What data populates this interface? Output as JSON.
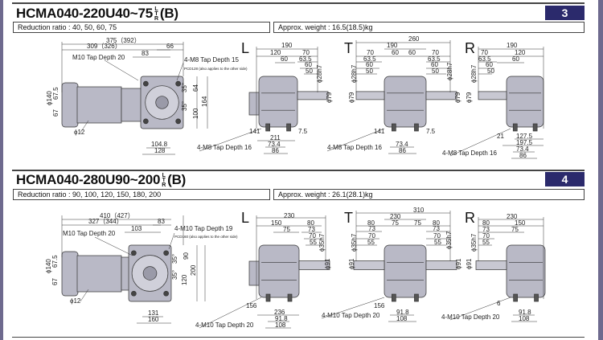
{
  "sections": [
    {
      "title": "HCMA040-220U40~75",
      "suffix": [
        "L",
        "T",
        "R"
      ],
      "variant": "(B)",
      "number": "3",
      "ratio": "Reduction ratio : 40, 50, 60, 75",
      "weight": "Approx. weight : 16.5(18.5)kg",
      "front": {
        "dims": [
          "375（392）",
          "309（326）",
          "66",
          "83",
          "M10 Tap Depth 20",
          "4-M8 Tap Depth 15",
          "PCD128 (also applies to the other side)",
          "ϕ140",
          "67.5",
          "67",
          "ϕ12",
          "104.8",
          "128",
          "64",
          "164",
          "100",
          "35°",
          "35°"
        ]
      },
      "views": {
        "L": {
          "label": "L",
          "dims": [
            "190",
            "120",
            "70",
            "63.5",
            "60",
            "60",
            "50",
            "ϕ28h7",
            "ϕ79",
            "141",
            "7.5",
            "211",
            "73.4",
            "86",
            "4-M8 Tap Depth 16"
          ]
        },
        "T": {
          "label": "T",
          "dims": [
            "260",
            "190",
            "70",
            "60",
            "60",
            "70",
            "63.5",
            "63.5",
            "60",
            "60",
            "50",
            "50",
            "ϕ28h7",
            "ϕ28h7",
            "ϕ79",
            "141",
            "7.5",
            "73.4",
            "86",
            "4-M8 Tap Depth 16",
            "ϕ79"
          ]
        },
        "R": {
          "label": "R",
          "dims": [
            "190",
            "70",
            "120",
            "63.5",
            "60",
            "60",
            "50",
            "ϕ28h7",
            "ϕ79",
            "21",
            "127.5",
            "197.5",
            "73.4",
            "86",
            "4-M8 Tap Depth 16"
          ]
        }
      }
    },
    {
      "title": "HCMA040-280U90~200",
      "suffix": [
        "L",
        "T",
        "R"
      ],
      "variant": "(B)",
      "number": "4",
      "ratio": "Reduction ratio : 90, 100, 120, 150, 180, 200",
      "weight": "Approx. weight : 26.1(28.1)kg",
      "front": {
        "dims": [
          "410（427）",
          "327（344）",
          "83",
          "103",
          "M10 Tap Depth 20",
          "4-M10 Tap Depth 19",
          "PCD160 (also applies to the other side)",
          "ϕ140",
          "67.5",
          "67",
          "ϕ12",
          "131",
          "160",
          "90",
          "200",
          "120",
          "35°",
          "35°"
        ]
      },
      "views": {
        "L": {
          "label": "L",
          "dims": [
            "230",
            "150",
            "80",
            "75",
            "73",
            "70",
            "55",
            "ϕ35h7",
            "ϕ91",
            "156",
            "236",
            "91.8",
            "108",
            "4-M10 Tap Depth 20"
          ]
        },
        "T": {
          "label": "T",
          "dims": [
            "310",
            "230",
            "80",
            "75",
            "75",
            "80",
            "73",
            "73",
            "70",
            "70",
            "55",
            "55",
            "ϕ35h7",
            "ϕ35h7",
            "ϕ91",
            "156",
            "91.8",
            "108",
            "4-M10 Tap Depth 20",
            "ϕ91"
          ]
        },
        "R": {
          "label": "R",
          "dims": [
            "230",
            "80",
            "150",
            "73",
            "75",
            "70",
            "55",
            "ϕ35h7",
            "ϕ91",
            "6",
            "91.8",
            "108",
            "4-M10 Tap Depth 20"
          ]
        }
      }
    }
  ],
  "colors": {
    "badge": "#2b2a6c",
    "body": "#b9b9c6",
    "frame": "#6e6a8e"
  }
}
